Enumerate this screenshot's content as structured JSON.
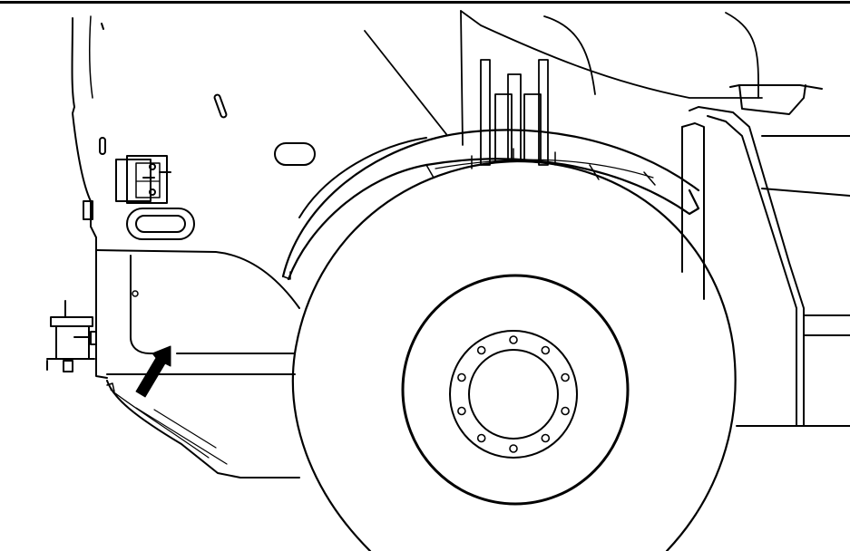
{
  "figure": {
    "subject": "front-wheel-fender-area",
    "callout": "arrow-pointing-to-fender-panel-lower-edge",
    "colors": {
      "background": "#ffffff",
      "line": "#000000"
    }
  },
  "wheel": {
    "lug_nut_count": 10
  }
}
